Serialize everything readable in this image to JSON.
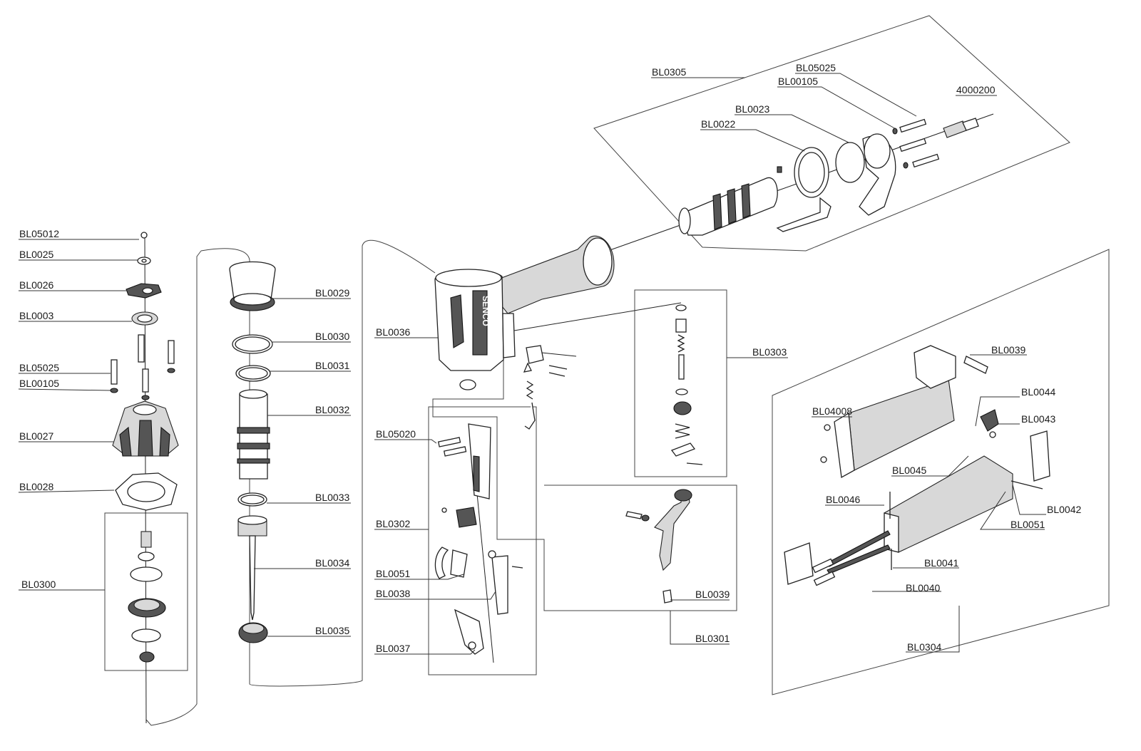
{
  "brand": "SENCO",
  "labels": {
    "BL05012": "BL05012",
    "BL0025": "BL0025",
    "BL0026": "BL0026",
    "BL0003": "BL0003",
    "BL05025_left": "BL05025",
    "BL00105_left": "BL00105",
    "BL0027": "BL0027",
    "BL0028": "BL0028",
    "BL0300": "BL0300",
    "BL0029": "BL0029",
    "BL0030": "BL0030",
    "BL0031": "BL0031",
    "BL0032": "BL0032",
    "BL0033": "BL0033",
    "BL0034": "BL0034",
    "BL0035": "BL0035",
    "BL0036": "BL0036",
    "BL05020": "BL05020",
    "BL0302": "BL0302",
    "BL0051_mid": "BL0051",
    "BL0038": "BL0038",
    "BL0037": "BL0037",
    "BL0303": "BL0303",
    "BL0039_mid": "BL0039",
    "BL0301": "BL0301",
    "BL0305": "BL0305",
    "BL05025_top": "BL05025",
    "BL00105_top": "BL00105",
    "BL0023": "BL0023",
    "BL0022": "BL0022",
    "4000200": "4000200",
    "BL0039_right": "BL0039",
    "BL0044": "BL0044",
    "BL04008": "BL04008",
    "BL0043": "BL0043",
    "BL0045": "BL0045",
    "BL0046": "BL0046",
    "BL0042": "BL0042",
    "BL0051_right": "BL0051",
    "BL0041": "BL0041",
    "BL0040": "BL0040",
    "BL0304": "BL0304"
  }
}
